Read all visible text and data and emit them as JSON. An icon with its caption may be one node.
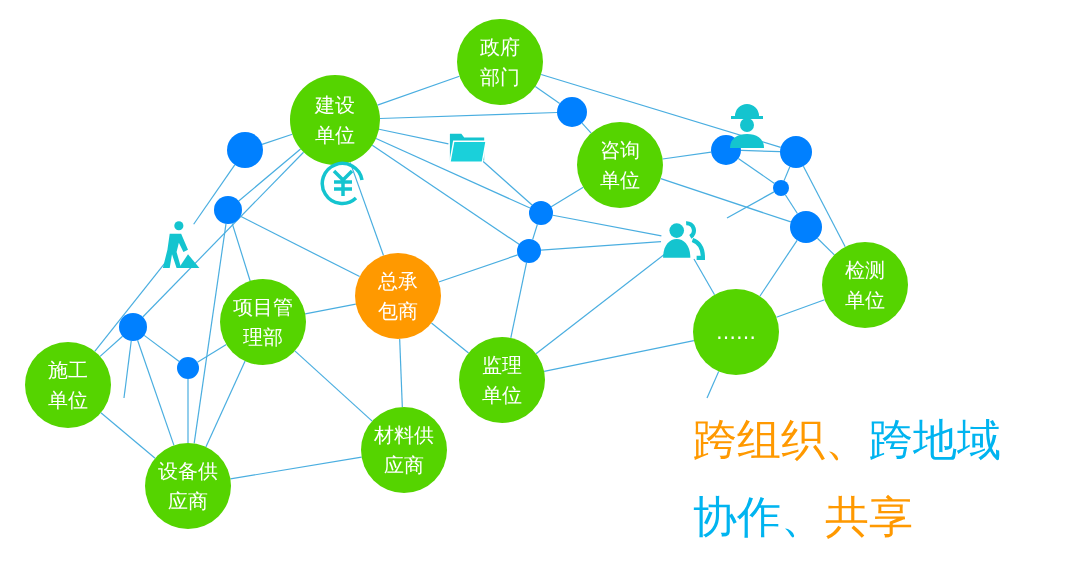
{
  "diagram": {
    "nodes": [
      {
        "text": [
          "政府部门"
        ]
      },
      {
        "text": [
          "建设单位"
        ]
      },
      {
        "text": [
          "咨询单位"
        ]
      },
      {
        "text": [
          "总承包商"
        ]
      },
      {
        "text": [
          "项目管理部"
        ]
      },
      {
        "text": [
          "施工单位"
        ]
      },
      {
        "text": [
          "设备供应商"
        ]
      },
      {
        "text": [
          "材料供应商"
        ]
      },
      {
        "text": [
          "监理单位"
        ]
      },
      {
        "text": [
          "检测单位"
        ]
      },
      {
        "text": [
          "……"
        ]
      },
      {
        "text": [],
        "shape": "circle"
      },
      {
        "text": [],
        "shape": "circle"
      },
      {
        "text": [],
        "shape": "circle"
      },
      {
        "text": [],
        "shape": "circle"
      },
      {
        "text": [],
        "shape": "circle"
      },
      {
        "text": [],
        "shape": "circle"
      },
      {
        "text": [],
        "shape": "circle"
      },
      {
        "text": [],
        "shape": "circle"
      },
      {
        "text": [],
        "shape": "circle"
      },
      {
        "text": [],
        "shape": "circle"
      },
      {
        "text": [],
        "shape": "circle"
      },
      {
        "text": [],
        "shape": "picture"
      },
      {
        "text": [],
        "shape": "picture"
      },
      {
        "text": [],
        "shape": "picture"
      }
    ],
    "edges": [
      {
        "from": 1,
        "to": 0,
        "arrow": "none"
      },
      {
        "from": 11,
        "to": 1,
        "arrow": "none"
      },
      {
        "from": 12,
        "to": 1,
        "arrow": "none"
      },
      {
        "from": 1,
        "to": 13,
        "arrow": "none"
      },
      {
        "from": 1,
        "to": 3,
        "arrow": "none"
      },
      {
        "from": 1,
        "to": 15,
        "arrow": "none"
      },
      {
        "from": 1,
        "to": 22,
        "arrow": "none"
      },
      {
        "from": 1,
        "to": 16,
        "arrow": "none"
      },
      {
        "from": 1,
        "to": 17,
        "arrow": "none"
      },
      {
        "from": 0,
        "to": 15,
        "arrow": "none"
      },
      {
        "from": 0,
        "to": 19,
        "arrow": "none"
      },
      {
        "from": 15,
        "to": 2,
        "arrow": "none"
      },
      {
        "from": 22,
        "to": 16,
        "arrow": "none"
      },
      {
        "from": 16,
        "to": 2,
        "arrow": "none"
      },
      {
        "from": 2,
        "to": 18,
        "arrow": "none"
      },
      {
        "from": 2,
        "to": 21,
        "arrow": "none"
      },
      {
        "from": 16,
        "to": 23,
        "arrow": "none"
      },
      {
        "from": 17,
        "to": 23,
        "arrow": "none"
      },
      {
        "from": 17,
        "to": 16,
        "arrow": "none"
      },
      {
        "from": 17,
        "to": 3,
        "arrow": "none"
      },
      {
        "from": 17,
        "to": 8,
        "arrow": "none"
      },
      {
        "from": 3,
        "to": 4,
        "arrow": "none"
      },
      {
        "from": 3,
        "to": 7,
        "arrow": "none"
      },
      {
        "from": 3,
        "to": 8,
        "arrow": "none"
      },
      {
        "from": 12,
        "to": 3,
        "arrow": "none"
      },
      {
        "from": 12,
        "to": 4,
        "arrow": "none"
      },
      {
        "from": 12,
        "to": 6,
        "arrow": "none"
      },
      {
        "from": 11,
        "to": 24,
        "arrow": "none"
      },
      {
        "from": 24,
        "to": 5,
        "arrow": "none"
      },
      {
        "from": 13,
        "to": 5,
        "arrow": "none"
      },
      {
        "from": 13,
        "to": 6,
        "arrow": "none"
      },
      {
        "from": 13,
        "to": 14,
        "arrow": "none"
      },
      {
        "from": 14,
        "to": 4,
        "arrow": "none"
      },
      {
        "from": 14,
        "to": 6,
        "arrow": "none"
      },
      {
        "from": 5,
        "to": 6,
        "arrow": "none"
      },
      {
        "from": 4,
        "to": 6,
        "arrow": "none"
      },
      {
        "from": 6,
        "to": 7,
        "arrow": "none"
      },
      {
        "from": 4,
        "to": 7,
        "arrow": "none"
      },
      {
        "from": 23,
        "to": 10,
        "arrow": "none"
      },
      {
        "from": 23,
        "to": 8,
        "arrow": "none"
      },
      {
        "from": 8,
        "to": 10,
        "arrow": "none"
      },
      {
        "from": 10,
        "to": 9,
        "arrow": "none"
      },
      {
        "from": 10,
        "to": 21,
        "arrow": "none"
      },
      {
        "from": 21,
        "to": 9,
        "arrow": "none"
      },
      {
        "from": 19,
        "to": 9,
        "arrow": "none"
      },
      {
        "from": 18,
        "to": 20,
        "arrow": "none"
      },
      {
        "from": 20,
        "to": 19,
        "arrow": "none"
      },
      {
        "from": 20,
        "to": 21,
        "arrow": "none"
      },
      {
        "from": 18,
        "to": 19,
        "arrow": "none"
      },
      {
        "from": 13,
        "to": null,
        "arrow": "none"
      },
      {
        "from": 20,
        "to": null,
        "arrow": "none"
      },
      {
        "from": 10,
        "to": null,
        "arrow": "none"
      }
    ],
    "labels": [
      "跨组织、",
      "跨地域",
      "协作、",
      "共享"
    ]
  }
}
